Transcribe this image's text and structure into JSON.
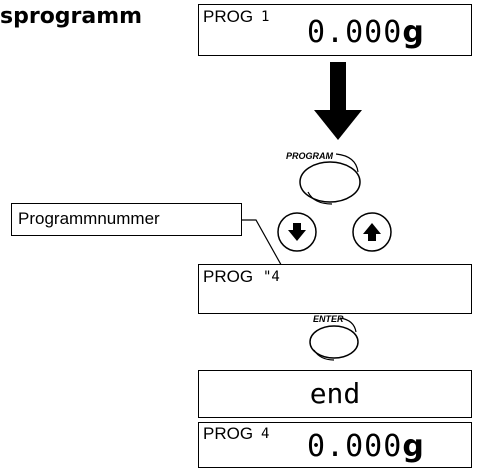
{
  "heading": "sprogramm",
  "display_top": {
    "label": "PROG",
    "number": "1",
    "weight_digits": "0.000",
    "weight_unit": "g"
  },
  "program_button": {
    "label": "PROGRAM"
  },
  "callout": {
    "text": "Programmnummer"
  },
  "arrow_buttons": {
    "down": "arrow-down",
    "up": "arrow-up"
  },
  "display_middle": {
    "label": "PROG",
    "number": "\"4"
  },
  "enter_button": {
    "label": "ENTER"
  },
  "display_end": {
    "text": "end"
  },
  "display_bottom": {
    "label": "PROG",
    "number": "4",
    "weight_digits": "0.000",
    "weight_unit": "g"
  }
}
